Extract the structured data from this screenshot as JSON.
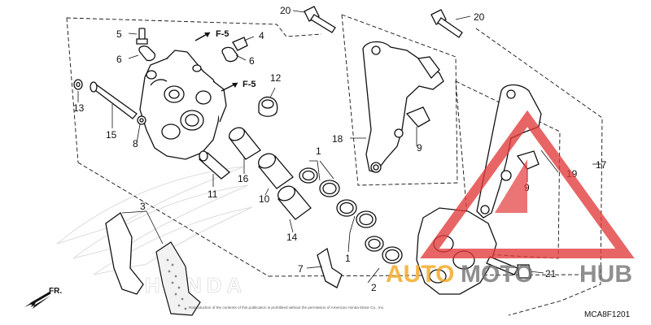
{
  "callouts": {
    "c1a": "1",
    "c1b": "1",
    "c2": "2",
    "c3": "3",
    "c4": "4",
    "c5": "5",
    "c6a": "6",
    "c6b": "6",
    "c7": "7",
    "c8": "8",
    "c9a": "9",
    "c9b": "9",
    "c10": "10",
    "c11": "11",
    "c12": "12",
    "c13": "13",
    "c14": "14",
    "c15": "15",
    "c16": "16",
    "c17": "17",
    "c18": "18",
    "c19": "19",
    "c20a": "20",
    "c20b": "20",
    "c21": "21"
  },
  "refs": {
    "f5a": "F-5",
    "f5b": "F-5"
  },
  "front_arrow": "FR.",
  "diagram_code": "MCA8F1201",
  "watermark": {
    "word1": "AUTO",
    "word2": "MOTO",
    "word3": "HUB",
    "triangle_color": "#e23a3a",
    "orange_color": "#f3a319",
    "gray_color": "#707070"
  },
  "brand_outline": "HONDA",
  "copyright_note": "Reproduction of the contents of this publication is prohibited without the permission of American Honda Motor Co., Inc."
}
